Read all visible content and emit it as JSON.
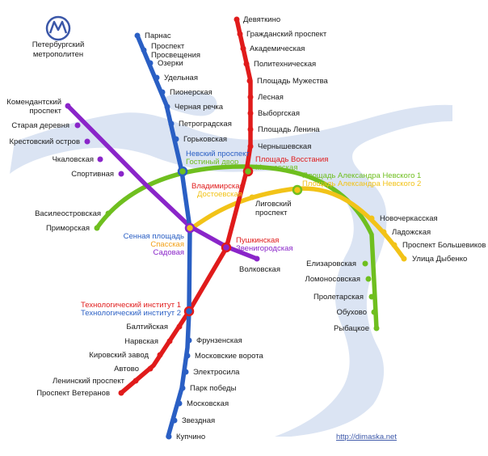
{
  "logo": {
    "line1": "Петербургский",
    "line2": "метрополитен",
    "color": "#3b57a8",
    "icon": "spb-metro-logo-icon"
  },
  "credit": "http://dimaska.net",
  "colors": {
    "line1": "#e01b1b",
    "line2": "#2a5fc4",
    "line3": "#6fbf1f",
    "line4": "#f2c318",
    "line5": "#8a25c9",
    "river": "#dbe4f3"
  },
  "line1_red": {
    "north": [
      "Девяткино",
      "Гражданский проспект",
      "Академическая",
      "Политехническая",
      "Площадь Мужества",
      "Лесная",
      "Выборгская",
      "Площадь Ленина",
      "Чернышевская"
    ],
    "south": [
      "Балтийская",
      "Нарвская",
      "Кировский завод",
      "Автово",
      "Ленинский проспект",
      "Проспект Ветеранов"
    ]
  },
  "line2_blue": {
    "north": [
      "Парнас",
      "Проспект\nПросвещения",
      "Озерки",
      "Удельная",
      "Пионерская",
      "Черная речка",
      "Петроградская",
      "Горьковская"
    ],
    "south": [
      "Фрунзенская",
      "Московские ворота",
      "Электросила",
      "Парк победы",
      "Московская",
      "Звездная",
      "Купчино"
    ]
  },
  "line3_green": {
    "west": [
      "Василеостровская",
      "Приморская"
    ],
    "east": [
      "Елизаровская",
      "Ломоносовская",
      "Пролетарская",
      "Обухово",
      "Рыбацкое"
    ]
  },
  "line4_yellow": {
    "stations": [
      "Лиговский\nпроспект",
      "Новочеркасская",
      "Ладожская",
      "Проспект Большевиков",
      "Улица Дыбенко"
    ]
  },
  "line5_purple": {
    "stations": [
      "Комендантский\nпроспект",
      "Старая деревня",
      "Крестовский остров",
      "Чкаловская",
      "Спортивная",
      "Волковская"
    ]
  },
  "transfers": {
    "nevsky": [
      "Невский проспект",
      "Гостиный двор"
    ],
    "vosstaniya": [
      "Площадь Восстания",
      "Маяковская"
    ],
    "nevskogo": [
      "Площадь Александра Невского 1",
      "Площадь Александра Невского 2"
    ],
    "vladimirskaya": [
      "Владимирская",
      "Достоевская"
    ],
    "sennaya": [
      "Сенная площадь",
      "Спасская",
      "Садовая"
    ],
    "pushkinskaya": [
      "Пушкинская",
      "Звенигородская"
    ],
    "tekhnologichesky": [
      "Технологический институт 1",
      "Технологический институт 2"
    ]
  }
}
